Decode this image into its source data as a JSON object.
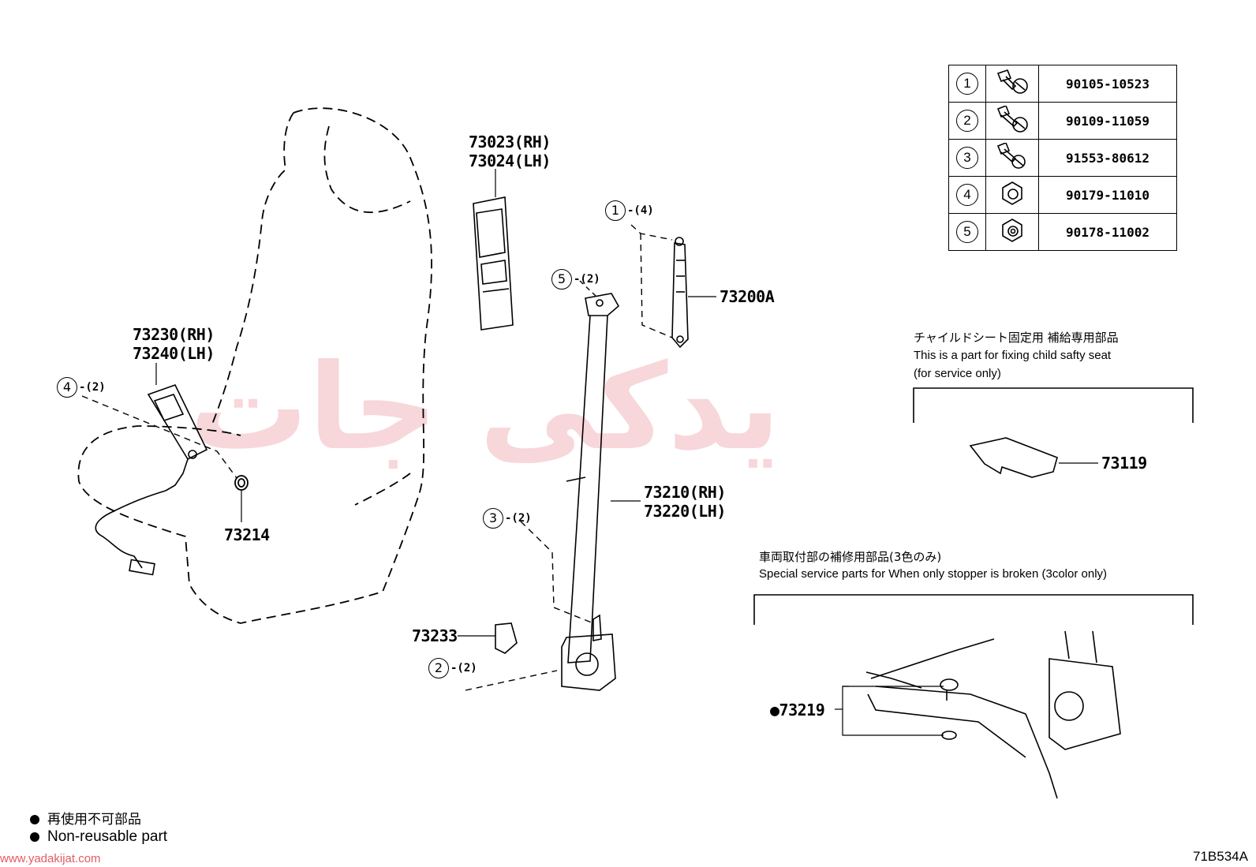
{
  "watermark": {
    "text": "یدکی جات",
    "url": "www.yadakijat.com",
    "color": "#e35a66"
  },
  "labels": {
    "seat_tongue_rh": "73023(RH)",
    "seat_tongue_lh": "73024(LH)",
    "buckle_rh": "73230(RH)",
    "buckle_lh": "73240(LH)",
    "washer": "73214",
    "anchor": "73200A",
    "belt_rh": "73210(RH)",
    "belt_lh": "73220(LH)",
    "cover": "73233",
    "plate": "73119",
    "stopper": "●73219"
  },
  "callouts": {
    "c1": {
      "num": "1",
      "qty": "-(4)"
    },
    "c2": {
      "num": "2",
      "qty": "-(2)"
    },
    "c3": {
      "num": "3",
      "qty": "-(2)"
    },
    "c4": {
      "num": "4",
      "qty": "-(2)"
    },
    "c5": {
      "num": "5",
      "qty": "-(2)"
    }
  },
  "parts_table": [
    {
      "num": "1",
      "icon": "bolt-icon",
      "part": "90105-10523"
    },
    {
      "num": "2",
      "icon": "bolt-icon",
      "part": "90109-11059"
    },
    {
      "num": "3",
      "icon": "bolt-icon",
      "part": "91553-80612"
    },
    {
      "num": "4",
      "icon": "nut-icon",
      "part": "90179-11010"
    },
    {
      "num": "5",
      "icon": "nut-icon",
      "part": "90178-11002"
    }
  ],
  "child_seat_note": {
    "jp": "チャイルドシート固定用 補給専用部品",
    "en1": "This is a part for fixing child safty seat",
    "en2": "(for service only)"
  },
  "stopper_note": {
    "jp": "車両取付部の補修用部品(3色のみ)",
    "en": "Special service parts for When only stopper is broken (3color only)"
  },
  "legend": {
    "jp": "再使用不可部品",
    "en": "Non-reusable part"
  },
  "diagram_id": "71B534A"
}
